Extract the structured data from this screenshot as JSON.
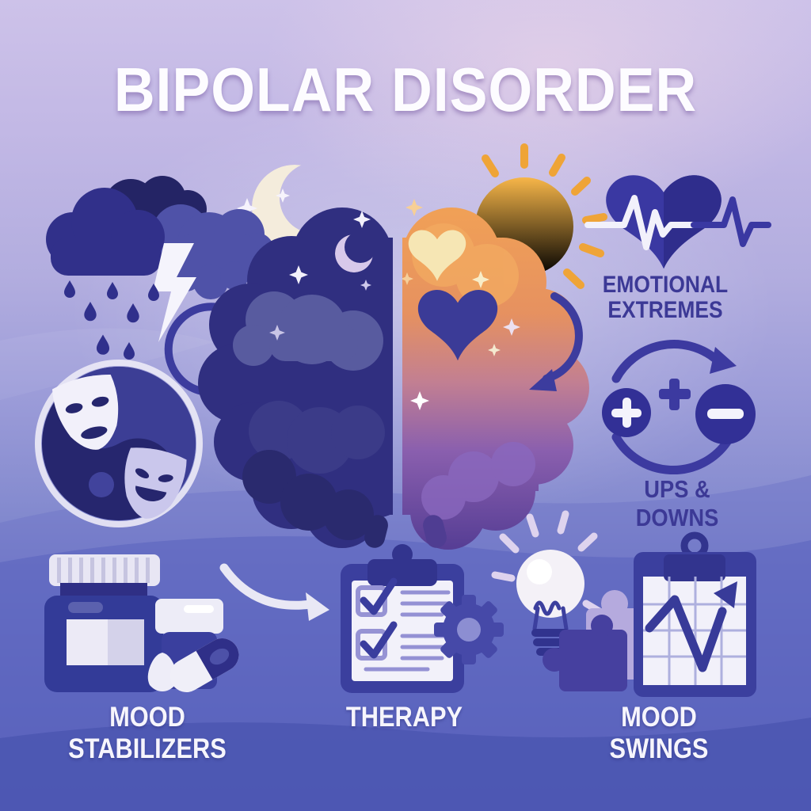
{
  "title": "BIPOLAR DISORDER",
  "labels": {
    "emotional_extremes": "EMOTIONAL\nEXTREMES",
    "ups_and_downs": "UPS & DOWNS",
    "mood_stabilizers": "MOOD STABILIZERS",
    "therapy": "THERAPY",
    "mood_swings": "MOOD SWINGS"
  },
  "icons": [
    "storm-cloud-icon",
    "rain-icon",
    "lightning-icon",
    "crescent-moon-icon",
    "sparkle-star-icon",
    "split-brain-icon",
    "night-hemisphere-icon",
    "day-hemisphere-icon",
    "sun-icon",
    "heart-icon",
    "heartbeat-ekg-icon",
    "cycle-arrows-icon",
    "plus-circle-icon",
    "minus-circle-icon",
    "theater-masks-icon",
    "pill-bottle-icon",
    "capsule-icon",
    "curved-arrow-icon",
    "checklist-clipboard-icon",
    "gear-icon",
    "lightbulb-icon",
    "puzzle-pieces-icon",
    "mood-chart-clipboard-icon"
  ],
  "colors": {
    "background_top": "#cdc2e9",
    "background_bottom": "#4954b0",
    "primary_indigo": "#3c3a9c",
    "dark_navy": "#2a2a6e",
    "accent_orange": "#f0a33c",
    "cream": "#f6e6b4",
    "text_dark": "#3c3996",
    "text_light": "#f6f5fc"
  }
}
